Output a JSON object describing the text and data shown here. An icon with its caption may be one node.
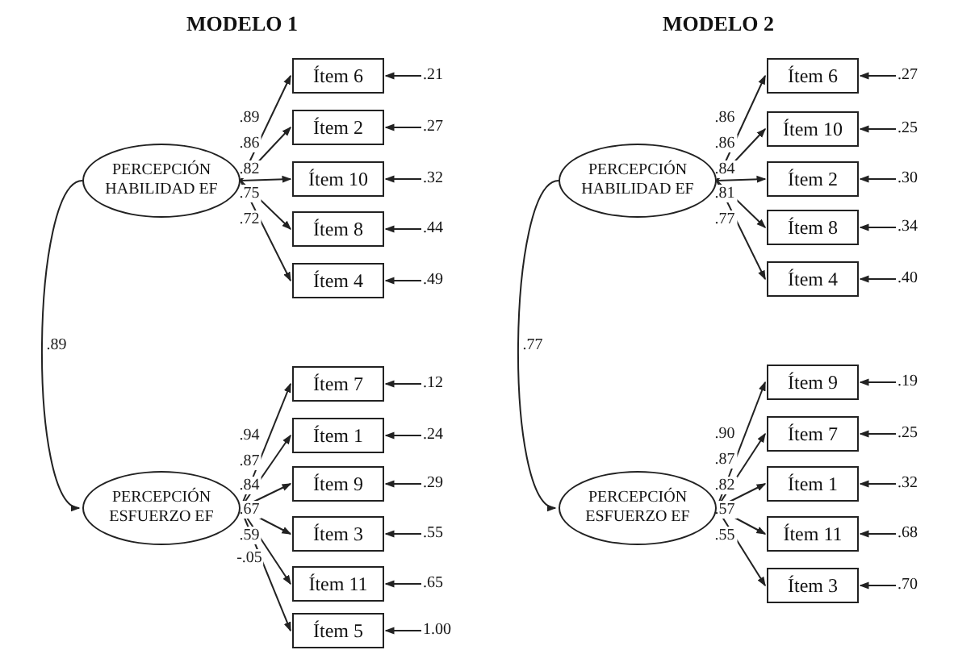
{
  "diagram": {
    "nodes": [
      {
        "text": [
          "PERCEPCIÓN HABILIDAD EF"
        ]
      },
      {
        "text": [
          "Ítem 6"
        ]
      },
      {
        "text": [
          "Ítem 2"
        ]
      },
      {
        "text": [
          "Ítem 10"
        ]
      },
      {
        "text": [
          "Ítem 8"
        ]
      },
      {
        "text": [
          "Ítem 4"
        ]
      },
      {
        "text": [
          ".21"
        ]
      },
      {
        "text": [
          ".27"
        ]
      },
      {
        "text": [
          ".32"
        ]
      },
      {
        "text": [
          ".44"
        ]
      },
      {
        "text": [
          ".49"
        ]
      },
      {
        "text": [
          "PERCEPCIÓN ESFUERZO EF"
        ]
      },
      {
        "text": [
          "Ítem 7"
        ]
      },
      {
        "text": [
          "Ítem 1"
        ]
      },
      {
        "text": [
          "Ítem 9"
        ]
      },
      {
        "text": [
          "Ítem 3"
        ]
      },
      {
        "text": [
          "Ítem 11"
        ]
      },
      {
        "text": [
          "Ítem 5"
        ]
      },
      {
        "text": [
          ".12"
        ]
      },
      {
        "text": [
          ".24"
        ]
      },
      {
        "text": [
          ".29"
        ]
      },
      {
        "text": [
          ".55"
        ]
      },
      {
        "text": [
          ".65"
        ]
      },
      {
        "text": [
          "1.00"
        ]
      },
      {
        "text": [
          "PERCEPCIÓN HABILIDAD EF"
        ]
      },
      {
        "text": [
          "Ítem 6"
        ]
      },
      {
        "text": [
          "Ítem 10"
        ]
      },
      {
        "text": [
          "Ítem 2"
        ]
      },
      {
        "text": [
          "Ítem 8"
        ]
      },
      {
        "text": [
          "Ítem 4"
        ]
      },
      {
        "text": [
          ".27"
        ]
      },
      {
        "text": [
          ".25"
        ]
      },
      {
        "text": [
          ".30"
        ]
      },
      {
        "text": [
          ".34"
        ]
      },
      {
        "text": [
          ".40"
        ]
      },
      {
        "text": [
          "PERCEPCIÓN ESFUERZO EF"
        ]
      },
      {
        "text": [
          "Ítem 9"
        ]
      },
      {
        "text": [
          "Ítem 7"
        ]
      },
      {
        "text": [
          "Ítem 1"
        ]
      },
      {
        "text": [
          "Ítem 11"
        ]
      },
      {
        "text": [
          "Ítem 3"
        ]
      },
      {
        "text": [
          ".19"
        ]
      },
      {
        "text": [
          ".25"
        ]
      },
      {
        "text": [
          ".32"
        ]
      },
      {
        "text": [
          ".68"
        ]
      },
      {
        "text": [
          ".70"
        ]
      }
    ],
    "edges": [
      {
        "from": 0,
        "to": 11,
        "arrow": "to",
        "label": ".89"
      },
      {
        "from": 0,
        "to": 1,
        "arrow": "to",
        "label": ".89"
      },
      {
        "from": 0,
        "to": 2,
        "arrow": "to",
        "label": ".86"
      },
      {
        "from": 0,
        "to": 3,
        "arrow": "to",
        "label": ".82"
      },
      {
        "from": 0,
        "to": 4,
        "arrow": "to",
        "label": ".75"
      },
      {
        "from": 0,
        "to": 5,
        "arrow": "to",
        "label": ".72"
      },
      {
        "from": 6,
        "to": 1,
        "arrow": "to"
      },
      {
        "from": 7,
        "to": 2,
        "arrow": "to"
      },
      {
        "from": 8,
        "to": 3,
        "arrow": "to"
      },
      {
        "from": 9,
        "to": 4,
        "arrow": "to"
      },
      {
        "from": 10,
        "to": 5,
        "arrow": "to"
      },
      {
        "from": 11,
        "to": 12,
        "arrow": "to",
        "label": ".94"
      },
      {
        "from": 11,
        "to": 13,
        "arrow": "to",
        "label": ".87"
      },
      {
        "from": 11,
        "to": 14,
        "arrow": "to",
        "label": ".84"
      },
      {
        "from": 11,
        "to": 15,
        "arrow": "to",
        "label": ".67"
      },
      {
        "from": 11,
        "to": 16,
        "arrow": "to",
        "label": ".59"
      },
      {
        "from": 11,
        "to": 17,
        "arrow": "to",
        "label": "-.05"
      },
      {
        "from": 18,
        "to": 12,
        "arrow": "to"
      },
      {
        "from": 19,
        "to": 13,
        "arrow": "to"
      },
      {
        "from": 20,
        "to": 14,
        "arrow": "to"
      },
      {
        "from": 21,
        "to": 15,
        "arrow": "to"
      },
      {
        "from": 22,
        "to": 16,
        "arrow": "to"
      },
      {
        "from": 23,
        "to": 17,
        "arrow": "to"
      },
      {
        "from": 24,
        "to": 35,
        "arrow": "to",
        "label": ".77"
      },
      {
        "from": 24,
        "to": 25,
        "arrow": "to",
        "label": ".86"
      },
      {
        "from": 24,
        "to": 26,
        "arrow": "to",
        "label": ".86"
      },
      {
        "from": 24,
        "to": 27,
        "arrow": "to",
        "label": ".84"
      },
      {
        "from": 24,
        "to": 28,
        "arrow": "to",
        "label": ".81"
      },
      {
        "from": 24,
        "to": 29,
        "arrow": "to",
        "label": ".77"
      },
      {
        "from": 30,
        "to": 25,
        "arrow": "to"
      },
      {
        "from": 31,
        "to": 26,
        "arrow": "to"
      },
      {
        "from": 32,
        "to": 27,
        "arrow": "to"
      },
      {
        "from": 33,
        "to": 28,
        "arrow": "to"
      },
      {
        "from": 34,
        "to": 29,
        "arrow": "to"
      },
      {
        "from": 35,
        "to": 36,
        "arrow": "to",
        "label": ".90"
      },
      {
        "from": 35,
        "to": 37,
        "arrow": "to",
        "label": ".87"
      },
      {
        "from": 35,
        "to": 38,
        "arrow": "to",
        "label": ".82"
      },
      {
        "from": 35,
        "to": 39,
        "arrow": "to",
        "label": ".57"
      },
      {
        "from": 35,
        "to": 40,
        "arrow": "to",
        "label": ".55"
      },
      {
        "from": 41,
        "to": 36,
        "arrow": "to"
      },
      {
        "from": 42,
        "to": 37,
        "arrow": "to"
      },
      {
        "from": 43,
        "to": 38,
        "arrow": "to"
      },
      {
        "from": 44,
        "to": 39,
        "arrow": "to"
      },
      {
        "from": 45,
        "to": 40,
        "arrow": "to"
      }
    ],
    "labels": [
      "MODELO 1",
      "MODELO 2"
    ]
  }
}
